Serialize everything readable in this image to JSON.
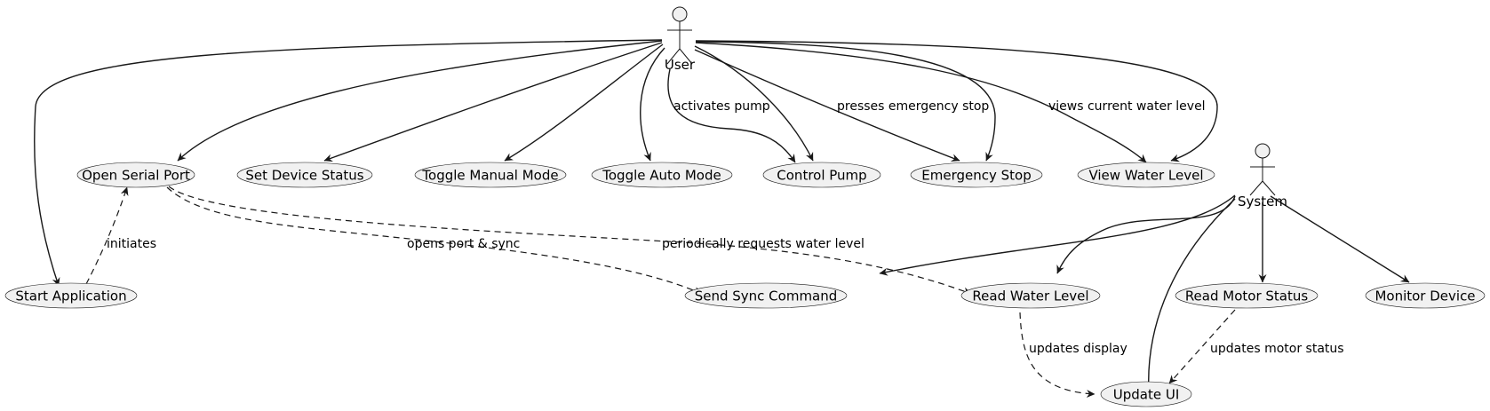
{
  "actors": {
    "user": "User",
    "system": "System"
  },
  "use_cases": {
    "open_serial_port": "Open Serial Port",
    "set_device_status": "Set Device Status",
    "toggle_manual_mode": "Toggle Manual Mode",
    "toggle_auto_mode": "Toggle Auto Mode",
    "control_pump": "Control Pump",
    "emergency_stop": "Emergency Stop",
    "view_water_level": "View Water Level",
    "start_application": "Start Application",
    "send_sync_command": "Send Sync Command",
    "read_water_level": "Read Water Level",
    "read_motor_status": "Read Motor Status",
    "monitor_device": "Monitor Device",
    "update_ui": "Update UI"
  },
  "edge_labels": {
    "activates_pump": "activates pump",
    "presses_emergency_stop": "presses emergency stop",
    "views_current_water_level": "views current water level",
    "initiates": "initiates",
    "opens_port_sync": "opens port & sync",
    "periodically_requests": "periodically requests water level",
    "updates_display": "updates display",
    "updates_motor_status": "updates motor status"
  }
}
